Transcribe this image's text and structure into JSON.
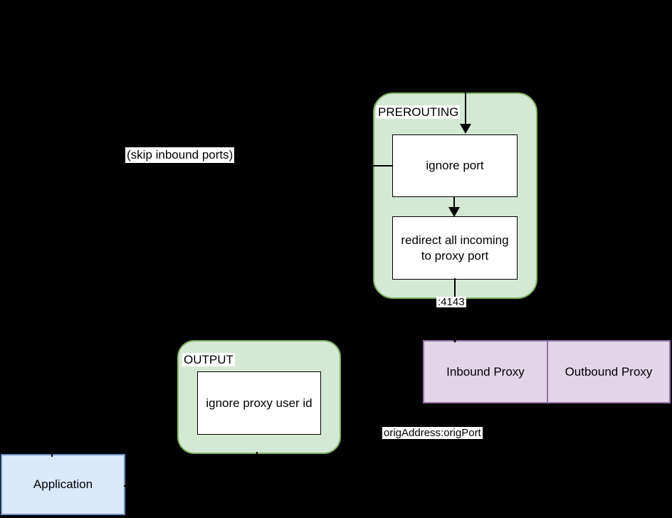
{
  "diagram": {
    "background": "#000000",
    "colors": {
      "chain_fill": "#d5e8d4",
      "chain_border": "#82b366",
      "proxy_fill": "#e1d5e7",
      "proxy_border": "#9673a6",
      "application_fill": "#dae8fc",
      "application_border": "#6c8ebf",
      "node_fill": "#ffffff",
      "node_border": "#000000",
      "edge_color": "#000000",
      "label_background": "#ffffff",
      "text_color": "#000000"
    },
    "icons": {
      "arrowhead": "filled-triangle-down"
    },
    "prerouting": {
      "title": "PREROUTING",
      "nodes": [
        {
          "label": "ignore port"
        },
        {
          "label": "redirect all incoming to proxy port"
        }
      ]
    },
    "output": {
      "title": "OUTPUT",
      "nodes": [
        {
          "label": "ignore proxy user id"
        }
      ]
    },
    "proxies": [
      {
        "label": "Inbound Proxy"
      },
      {
        "label": "Outbound Proxy"
      }
    ],
    "application": {
      "label": "Application"
    },
    "edge_labels": {
      "skip_inbound_ports": "(skip inbound ports)",
      "proxy_port": ":4143",
      "orig_destination": "origAddress:origPort"
    }
  }
}
